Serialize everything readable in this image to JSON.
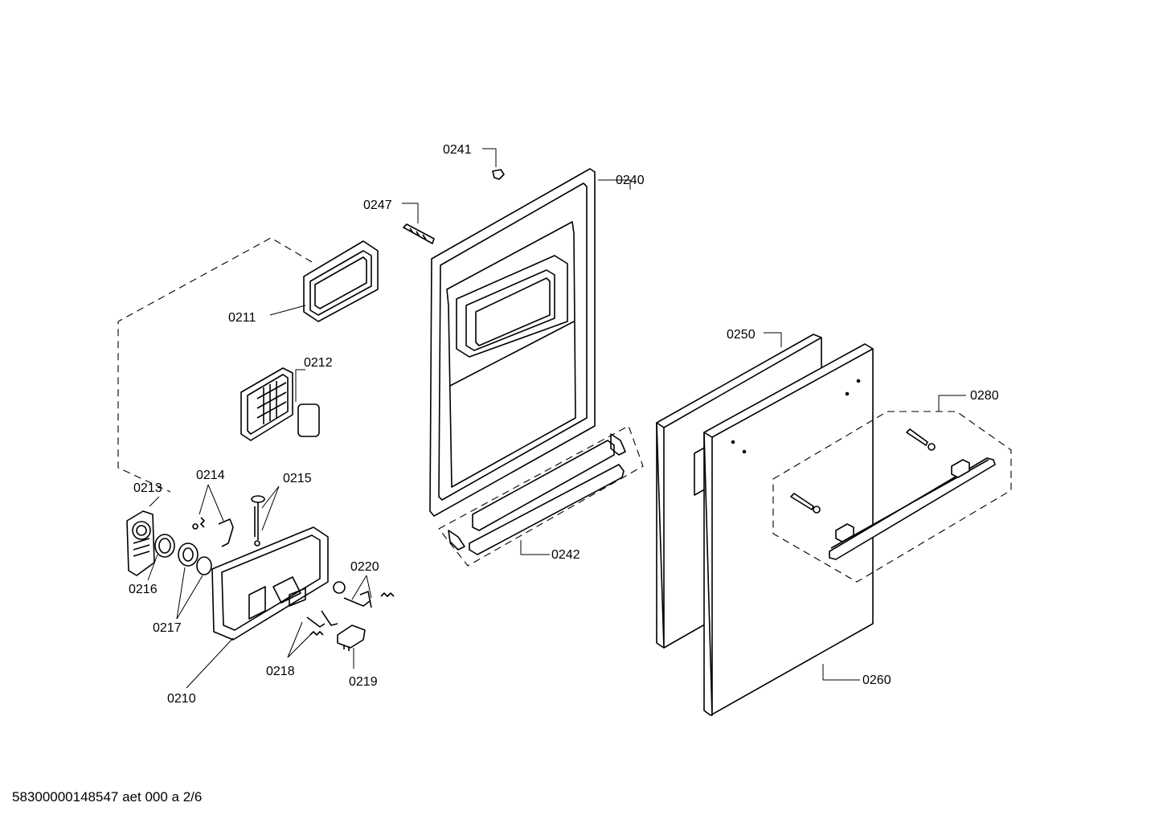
{
  "drawing": {
    "footer": "58300000148547 aet 000 a 2/6",
    "labels": {
      "p0241": "0241",
      "p0240": "0240",
      "p0247": "0247",
      "p0211": "0211",
      "p0212": "0212",
      "p0213": "0213",
      "p0214": "0214",
      "p0215": "0215",
      "p0216": "0216",
      "p0217": "0217",
      "p0210": "0210",
      "p0218": "0218",
      "p0219": "0219",
      "p0220": "0220",
      "p0242": "0242",
      "p0250": "0250",
      "p0260": "0260",
      "p0280": "0280"
    }
  }
}
